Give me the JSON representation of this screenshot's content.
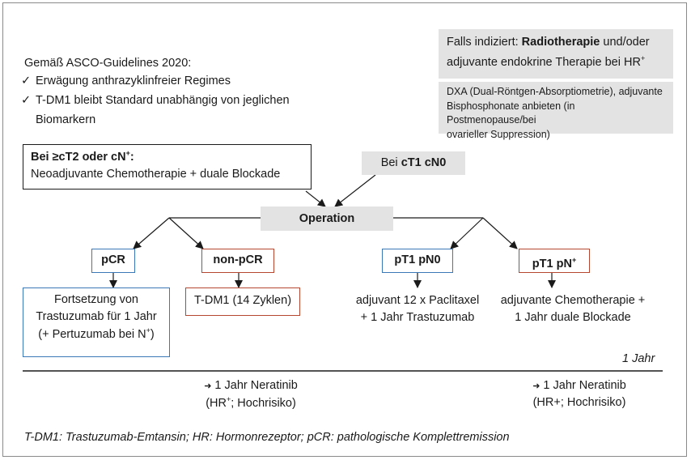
{
  "guidelines": {
    "heading": "Gemäß ASCO-Guidelines 2020:",
    "check_symbol": "✓",
    "items": [
      "Erwägung anthrazyklinfreier Regimes",
      "T-DM1 bleibt Standard unabhängig von jeglichen",
      "Biomarkern"
    ]
  },
  "note_radio": {
    "line1_prefix": "Falls indiziert: ",
    "line1_bold": "Radiotherapie",
    "line1_suffix": " und/oder",
    "line2": "adjuvante endokrine Therapie bei HR",
    "line2_sup": "+"
  },
  "note_dxa": {
    "line1": "DXA (Dual-Röntgen-Absorptiometrie), adjuvante",
    "line2": "Bisphosphonate anbieten (in Postmenopause/bei",
    "line3": "ovarieller Suppression)"
  },
  "entry_high": {
    "title_bold": "Bei ≥cT2 oder cN",
    "title_sup": "+",
    "title_colon": ":",
    "text": "Neoadjuvante Chemotherapie + duale Blockade"
  },
  "entry_low": {
    "prefix": "Bei ",
    "bold": "cT1 cN0"
  },
  "operation": {
    "label": "Operation"
  },
  "outcomes": {
    "pcr": "pCR",
    "non_pcr": "non-pCR",
    "pt1_pn0": "pT1 pN0",
    "pt1_pnplus": "pT1 pN",
    "pt1_pnplus_sup": "+"
  },
  "treatments": {
    "pcr_line1": "Fortsetzung von",
    "pcr_line2": "Trastuzumab für 1 Jahr",
    "pcr_line3_prefix": "(+ Pertuzumab bei N",
    "pcr_line3_sup": "+",
    "pcr_line3_suffix": ")",
    "non_pcr": "T-DM1 (14 Zyklen)",
    "pn0_line1": "adjuvant 12 x Paclitaxel",
    "pn0_line2": "+ 1 Jahr Trastuzumab",
    "pnplus_line1": "adjuvante Chemotherapie +",
    "pnplus_line2": "1 Jahr duale Blockade"
  },
  "timeline": {
    "label": "1 Jahr",
    "arrow_glyph": "➜",
    "left_line1": " 1 Jahr Neratinib",
    "left_line2_prefix": "(HR",
    "left_line2_sup": "+",
    "left_line2_suffix": "; Hochrisiko)",
    "right_line1": " 1 Jahr Neratinib",
    "right_line2": "(HR+; Hochrisiko)"
  },
  "footnote": "T-DM1: Trastuzumab-Emtansin; HR: Hormonrezeptor; pCR: pathologische Komplettremission",
  "colors": {
    "blue": "#3a78b8",
    "red": "#b5462f",
    "gray": "#e3e3e3"
  }
}
